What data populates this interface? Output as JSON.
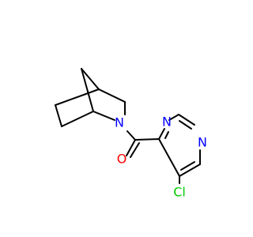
{
  "molecule": {
    "atoms": {
      "amide_n": {
        "label": "N",
        "color": "#0000ff"
      },
      "ring_n_top": {
        "label": "N",
        "color": "#0000ff"
      },
      "ring_n_right": {
        "label": "N",
        "color": "#0000ff"
      },
      "carbonyl_o": {
        "label": "O",
        "color": "#ff0000"
      },
      "chlorine": {
        "label": "Cl",
        "color": "#00cc00"
      }
    },
    "bond_color": "#000000"
  }
}
